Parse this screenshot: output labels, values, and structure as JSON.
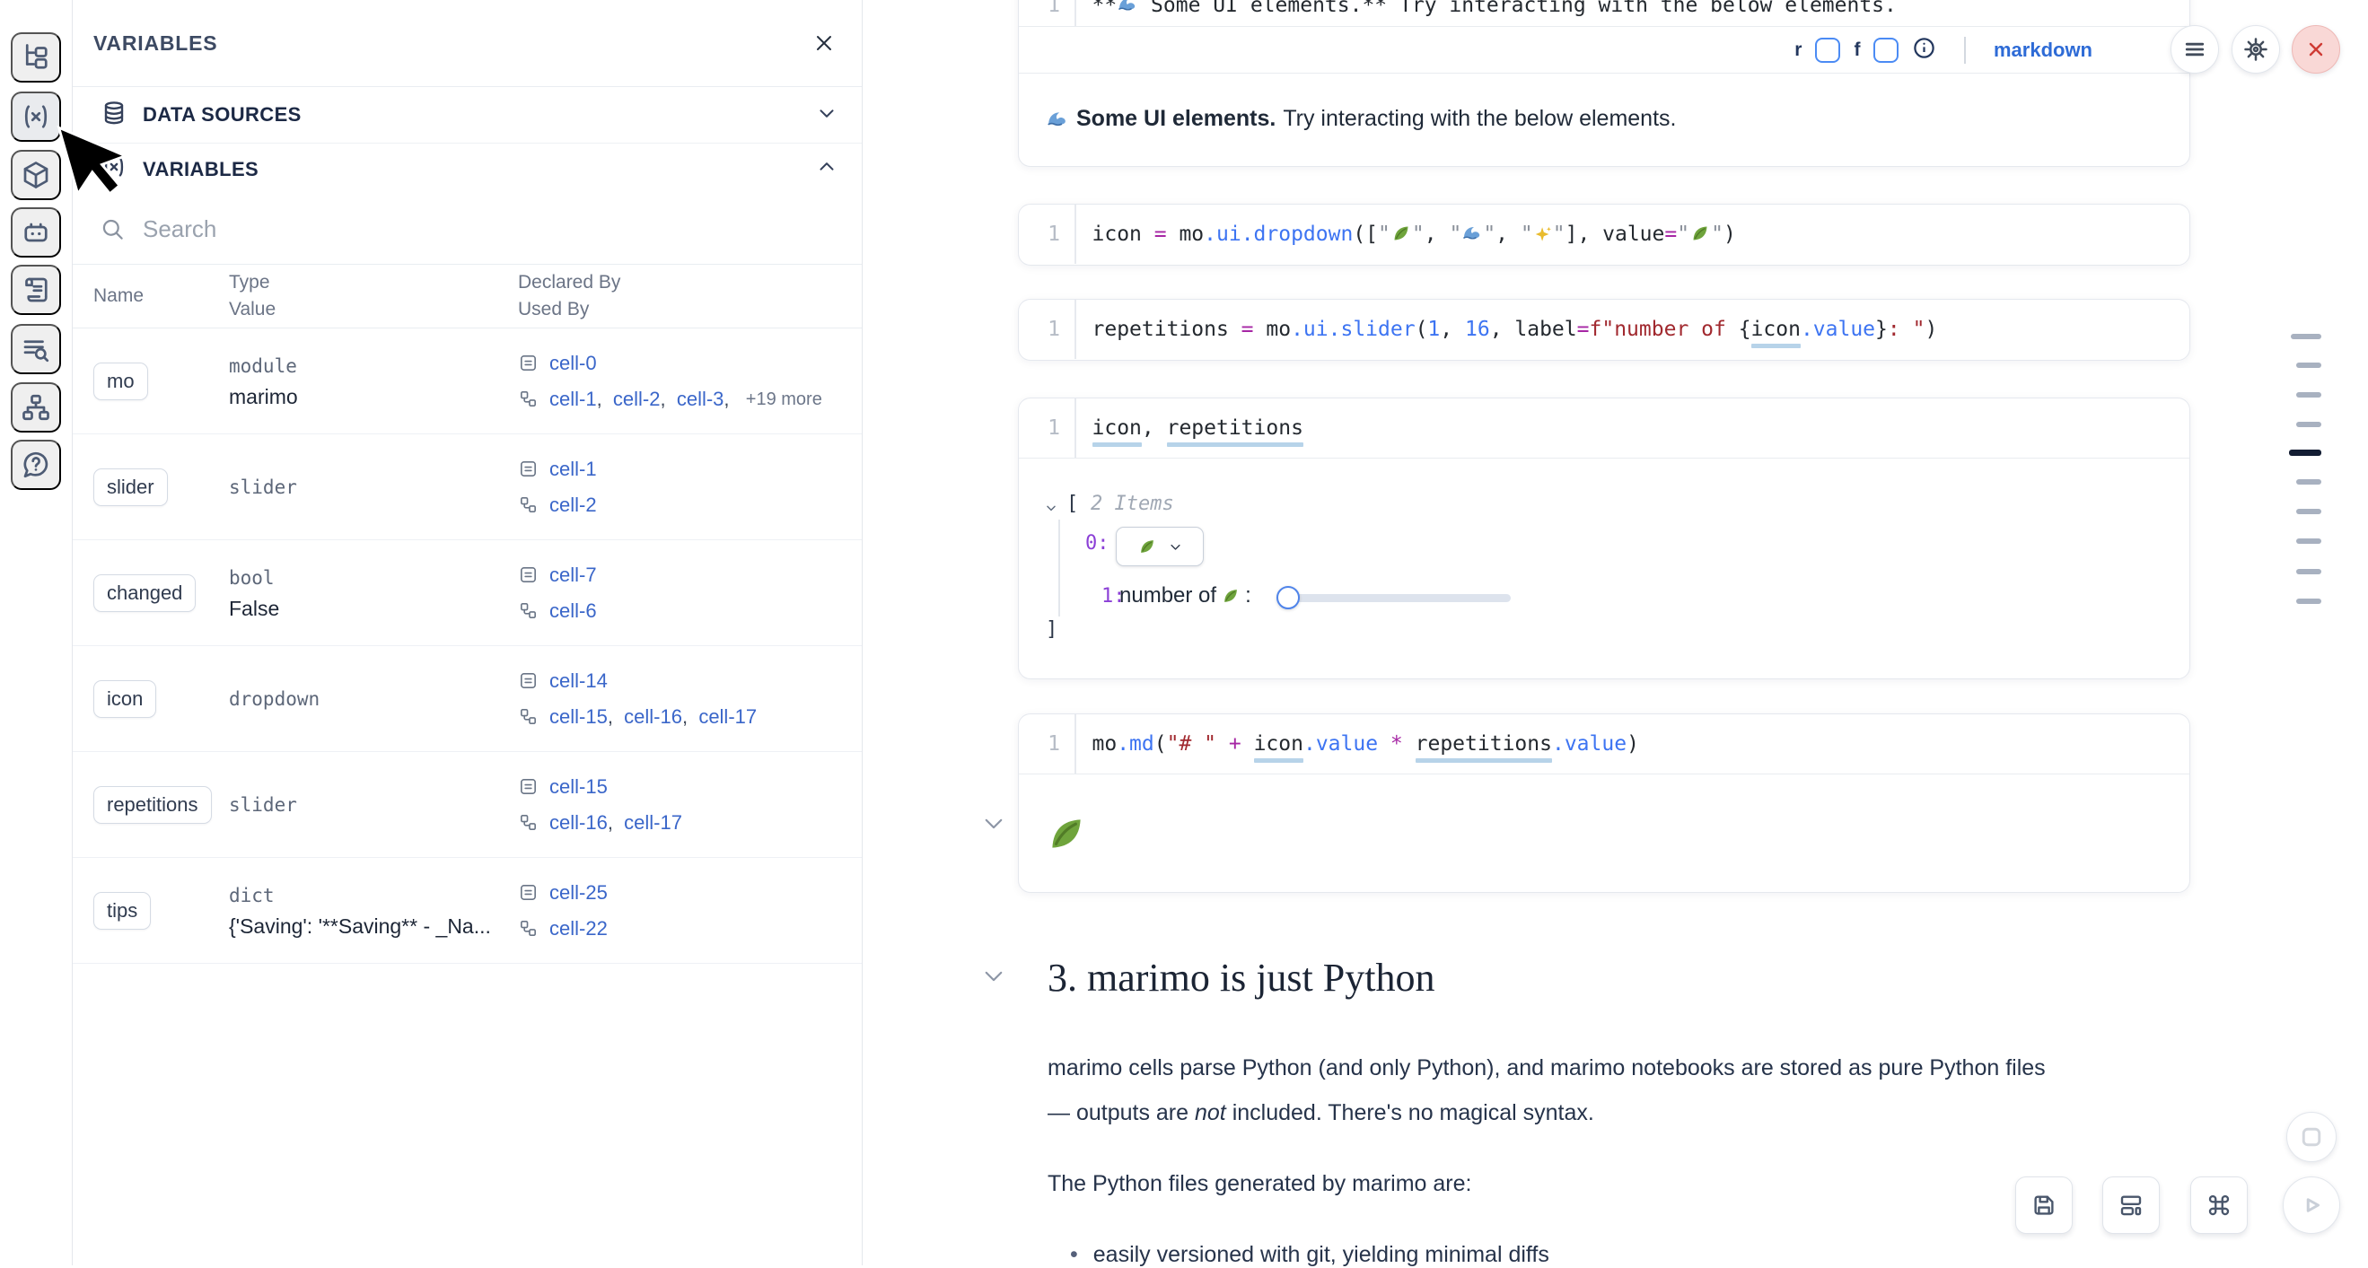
{
  "sidebar": {
    "items": [
      {
        "name": "file-tree"
      },
      {
        "name": "variables",
        "active": true
      },
      {
        "name": "packages"
      },
      {
        "name": "ai-assistant"
      },
      {
        "name": "snippets"
      },
      {
        "name": "logs"
      },
      {
        "name": "dependency-graph"
      },
      {
        "name": "help"
      }
    ]
  },
  "panel": {
    "title": "VARIABLES",
    "sections": {
      "data_sources": "DATA SOURCES",
      "variables": "VARIABLES"
    },
    "search_placeholder": "Search",
    "table": {
      "headers": {
        "name": "Name",
        "type": "Type",
        "value": "Value",
        "declared_by": "Declared By",
        "used_by": "Used By"
      },
      "rows": [
        {
          "name": "mo",
          "type": "module",
          "value": "marimo",
          "declared_by": "cell-0",
          "used_by": [
            "cell-1",
            "cell-2",
            "cell-3"
          ],
          "used_by_more": "+19 more"
        },
        {
          "name": "slider",
          "type": "slider",
          "value": "",
          "declared_by": "cell-1",
          "used_by": [
            "cell-2"
          ],
          "used_by_more": ""
        },
        {
          "name": "changed",
          "type": "bool",
          "value": "False",
          "declared_by": "cell-7",
          "used_by": [
            "cell-6"
          ],
          "used_by_more": ""
        },
        {
          "name": "icon",
          "type": "dropdown",
          "value": "",
          "declared_by": "cell-14",
          "used_by": [
            "cell-15",
            "cell-16",
            "cell-17"
          ],
          "used_by_more": ""
        },
        {
          "name": "repetitions",
          "type": "slider",
          "value": "",
          "declared_by": "cell-15",
          "used_by": [
            "cell-16",
            "cell-17"
          ],
          "used_by_more": ""
        },
        {
          "name": "tips",
          "type": "dict",
          "value": "{'Saving': '**Saving** - _Na...",
          "declared_by": "cell-25",
          "used_by": [
            "cell-22"
          ],
          "used_by_more": ""
        }
      ]
    }
  },
  "notebook": {
    "cells": [
      {
        "line_no": "1",
        "code": [
          {
            "t": "**"
          },
          {
            "ic": "wave",
            "t": "🌊"
          },
          {
            "t": " Some UI elements.** Try interacting with the below elements."
          }
        ],
        "footer": {
          "r_label": "r",
          "f_label": "f",
          "language_label": "markdown"
        },
        "output": {
          "emoji": "🌊",
          "bold": "Some UI elements.",
          "rest": " Try interacting with the below elements."
        }
      },
      {
        "line_no": "1",
        "code": [
          {
            "t": "icon ",
            "c": "v"
          },
          {
            "t": "= ",
            "c": "o"
          },
          {
            "t": "mo",
            "c": "v"
          },
          {
            "t": ".ui.dropdown",
            "c": "fn"
          },
          {
            "t": "([",
            "c": "v"
          },
          {
            "t": "\"",
            "c": "q"
          },
          {
            "ic": "leaf",
            "t": "🍃"
          },
          {
            "t": "\"",
            "c": "q"
          },
          {
            "t": ", ",
            "c": "v"
          },
          {
            "t": "\"",
            "c": "q"
          },
          {
            "ic": "wave",
            "t": "🌊"
          },
          {
            "t": "\"",
            "c": "q"
          },
          {
            "t": ", ",
            "c": "v"
          },
          {
            "t": "\"",
            "c": "q"
          },
          {
            "ic": "sparkle",
            "t": "✨"
          },
          {
            "t": "\"",
            "c": "q"
          },
          {
            "t": "], ",
            "c": "v"
          },
          {
            "t": "value",
            "c": "v"
          },
          {
            "t": "=",
            "c": "o"
          },
          {
            "t": "\"",
            "c": "q"
          },
          {
            "ic": "leaf",
            "t": "🍃"
          },
          {
            "t": "\"",
            "c": "q"
          },
          {
            "t": ")",
            "c": "v"
          }
        ]
      },
      {
        "line_no": "1",
        "code": [
          {
            "t": "repetitions ",
            "c": "v"
          },
          {
            "t": "= ",
            "c": "o"
          },
          {
            "t": "mo",
            "c": "v"
          },
          {
            "t": ".ui.slider",
            "c": "fn"
          },
          {
            "t": "(",
            "c": "v"
          },
          {
            "t": "1",
            "c": "num"
          },
          {
            "t": ", ",
            "c": "v"
          },
          {
            "t": "16",
            "c": "num"
          },
          {
            "t": ", ",
            "c": "v"
          },
          {
            "t": "label",
            "c": "v"
          },
          {
            "t": "=",
            "c": "o"
          },
          {
            "t": "f",
            "c": "str"
          },
          {
            "t": "\"number of ",
            "c": "str"
          },
          {
            "t": "{",
            "c": "v"
          },
          {
            "t": "icon",
            "c": "u"
          },
          {
            "t": ".value",
            "c": "fn"
          },
          {
            "t": "}",
            "c": "v"
          },
          {
            "t": ": \"",
            "c": "str"
          },
          {
            "t": ")",
            "c": "v"
          }
        ]
      },
      {
        "line_no": "1",
        "code": [
          {
            "t": "icon",
            "c": "u"
          },
          {
            "t": ", ",
            "c": "v"
          },
          {
            "t": "repetitions",
            "c": "u"
          }
        ],
        "output": {
          "bracket_open": "[",
          "items_label": "2 Items",
          "index_0": "0:",
          "index_1": "1:",
          "dropdown_value": "🍃",
          "slider_label_prefix": "number of ",
          "slider_label_emoji": "🍃",
          "slider_label_suffix": ": ",
          "bracket_close": "]"
        }
      },
      {
        "line_no": "1",
        "code": [
          {
            "t": "mo",
            "c": "v"
          },
          {
            "t": ".md",
            "c": "fn"
          },
          {
            "t": "(",
            "c": "v"
          },
          {
            "t": "\"# \"",
            "c": "str"
          },
          {
            "t": " ",
            "c": "v"
          },
          {
            "t": "+",
            "c": "o"
          },
          {
            "t": " ",
            "c": "v"
          },
          {
            "t": "icon",
            "c": "u"
          },
          {
            "t": ".value",
            "c": "fn"
          },
          {
            "t": " ",
            "c": "v"
          },
          {
            "t": "*",
            "c": "o"
          },
          {
            "t": " ",
            "c": "v"
          },
          {
            "t": "repetitions",
            "c": "u"
          },
          {
            "t": ".value",
            "c": "fn"
          },
          {
            "t": ")",
            "c": "v"
          }
        ],
        "output": {
          "emoji": "🍃"
        }
      }
    ]
  },
  "document": {
    "heading": "3. marimo is just Python",
    "para1_line1": "marimo cells parse Python (and only Python), and marimo notebooks are stored as pure Python files",
    "para1_line2_prefix": "— outputs are ",
    "para1_line2_italic": "not",
    "para1_line2_suffix": " included. There's no magical syntax.",
    "para2": "The Python files generated by marimo are:",
    "bullet_1": "easily versioned with git, yielding minimal diffs"
  },
  "colors": {
    "accent_blue": "#2e6bd6",
    "link_blue": "#3a66c9",
    "danger_red": "#cf3b34",
    "reference_underline": "#b7d3e9",
    "leaf_green": "#6fa43c"
  }
}
